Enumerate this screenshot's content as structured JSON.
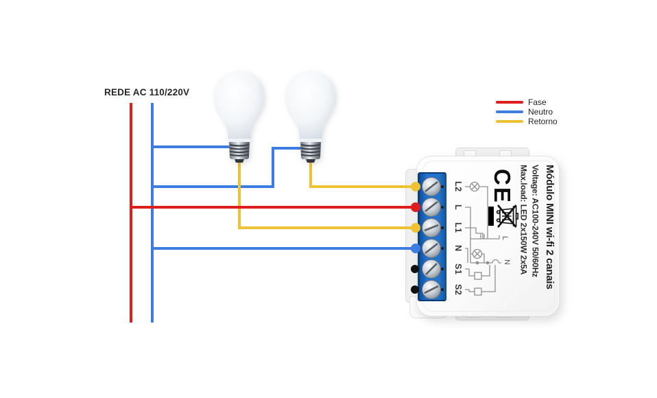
{
  "source_label": "REDE AC 110/220V",
  "legend": {
    "items": [
      {
        "label": "Fase",
        "color": "#e01d1d"
      },
      {
        "label": "Neutro",
        "color": "#3d7ce0"
      },
      {
        "label": "Retorno",
        "color": "#eec233"
      }
    ]
  },
  "colors": {
    "fase": "#e01d1d",
    "neutro": "#3d7ce0",
    "retorno": "#eec233",
    "terminal_block": "#2273cf"
  },
  "module": {
    "name": "Módulo MINI wi-fi 2 canais",
    "voltage": "Voltage: AC100-240V 50/60Hz",
    "max_load": "Max.load: LED 2x150W 2x5A",
    "ce": "CE",
    "terminals": [
      "L2",
      "L",
      "L1",
      "N",
      "S1",
      "S2"
    ],
    "schematic": {
      "l_label": "L",
      "n_label": "N"
    }
  },
  "bulb_count": 2
}
